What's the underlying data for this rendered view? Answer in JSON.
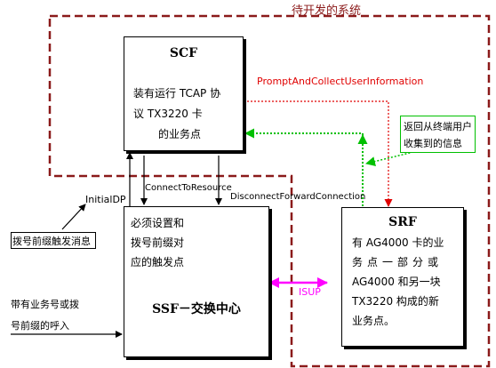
{
  "region_label": "待开发的系统",
  "scf": {
    "title": "SCF",
    "lines": [
      "装有运行 TCAP 协",
      "议 TX3220 卡",
      "的业务点"
    ]
  },
  "ssf": {
    "lines": [
      "必须设置和",
      "拨号前缀对",
      "应的触发点"
    ],
    "title": "SSF－交换中心"
  },
  "srf": {
    "title": "SRF",
    "lines": [
      "有 AG4000 卡的业",
      "务点一部分或",
      "AG4000 和另一块",
      "TX3220 构成的新",
      "业务点。"
    ]
  },
  "messages": {
    "prompt": "PromptAndCollectUserInformation",
    "connect": "ConnectToResource",
    "disconnect": "DisconnectForwardConnection",
    "isup": "ISUP",
    "initialdp": "InitialDP"
  },
  "notes": {
    "return_info": [
      "返回从终端用户",
      "收集到的信息"
    ],
    "trigger_msg": "拨号前缀触发消息",
    "incoming_call": [
      "带有业务号或拨",
      "号前缀的呼入"
    ]
  },
  "colors": {
    "region_border": "#8b1a1a",
    "region_text": "#8b1a1a",
    "prompt": "#e00000",
    "return": "#00c000",
    "isup": "#ff00ff"
  }
}
